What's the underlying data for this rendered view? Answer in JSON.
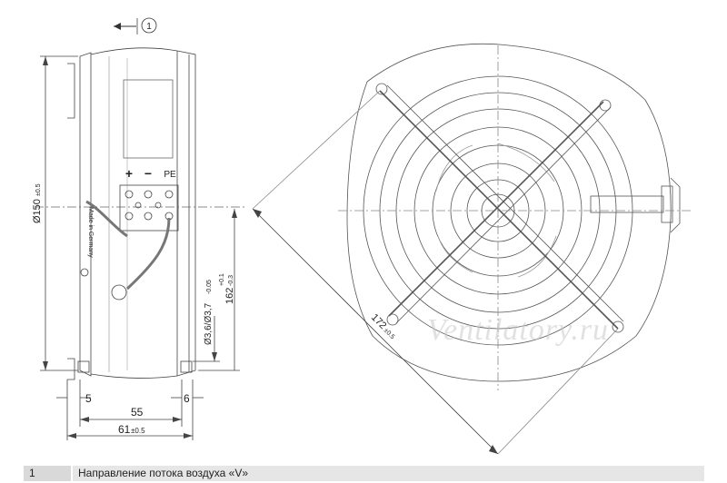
{
  "callout": {
    "number": "1"
  },
  "terminals": {
    "plus": "+",
    "minus": "−",
    "pe": "PE"
  },
  "side_view": {
    "label_made_in": "Made in Germany",
    "dims": {
      "diameter_main": "Ø150",
      "diameter_main_tol": "±0.5",
      "hole_dia": "Ø3,6/Ø3,7",
      "hole_dia_tol": "-0.05",
      "height_162": "162",
      "height_162_tol_upper": "+0.1",
      "height_162_tol_lower": "-0.3",
      "dim_5": "5",
      "dim_6": "6",
      "dim_55": "55",
      "dim_61": "61",
      "dim_61_tol": "±0.5"
    }
  },
  "front_view": {
    "diag_dim": "172",
    "diag_dim_tol": "±0.5"
  },
  "watermark": "Ventilatory.ru",
  "legend": {
    "number": "1",
    "text": "Направление потока воздуха «V»"
  }
}
